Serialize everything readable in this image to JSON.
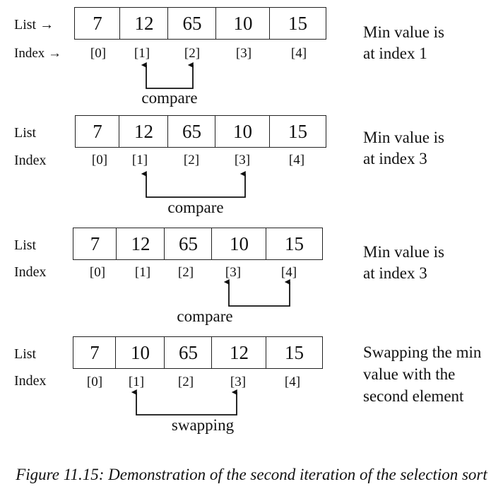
{
  "row_label": "List",
  "index_label": "Index",
  "first_list_label": "List →",
  "first_index_label": "Index →",
  "index_texts": [
    "[0]",
    "[1]",
    "[2]",
    "[3]",
    "[4]"
  ],
  "steps": [
    {
      "values": [
        "7",
        "12",
        "65",
        "10",
        "15"
      ],
      "note_lines": [
        "Min value is",
        "at index 1"
      ],
      "arrow_label": "compare"
    },
    {
      "values": [
        "7",
        "12",
        "65",
        "10",
        "15"
      ],
      "note_lines": [
        "Min value is",
        "at index 3"
      ],
      "arrow_label": "compare"
    },
    {
      "values": [
        "7",
        "12",
        "65",
        "10",
        "15"
      ],
      "note_lines": [
        "Min value is",
        "at index 3"
      ],
      "arrow_label": "compare"
    },
    {
      "values": [
        "7",
        "10",
        "65",
        "12",
        "15"
      ],
      "note_lines": [
        "Swapping the min",
        "value with the",
        "second element"
      ],
      "arrow_label": "swapping"
    }
  ],
  "caption": "Figure 11.15: Demonstration of the second iteration of the selection sort"
}
